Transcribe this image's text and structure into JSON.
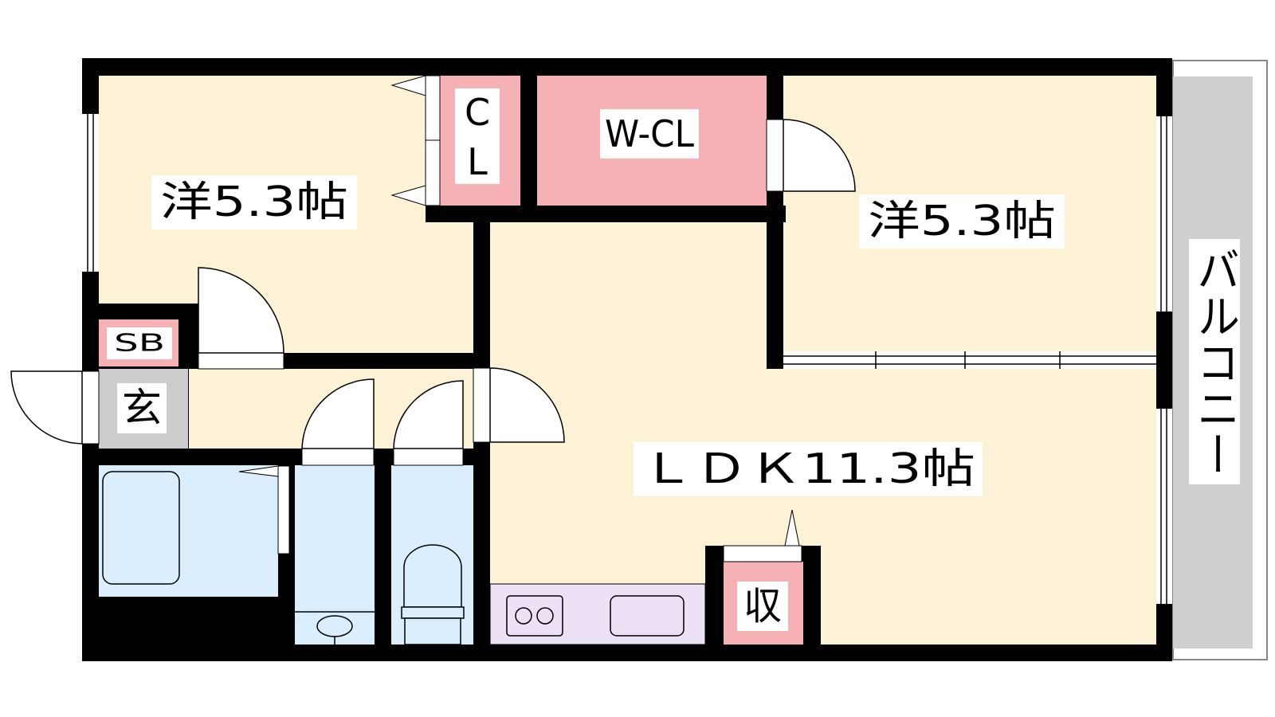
{
  "rooms": {
    "western_room_1": "洋5.3帖",
    "western_room_2": "洋5.3帖",
    "closet": "CL",
    "walk_in_closet": "W-CL",
    "shoe_box": "SB",
    "entrance": "玄",
    "ldk": "ＬＤＫ11.3帖",
    "storage": "収",
    "balcony": "バルコニー"
  },
  "colors": {
    "wall": "#000000",
    "room_floor": "#fdf2d5",
    "closet": "#f6b1b4",
    "entrance": "#cccccc",
    "wet_area": "#dbeefd",
    "kitchen": "#ece1f5",
    "balcony": "#cfcfcf"
  }
}
